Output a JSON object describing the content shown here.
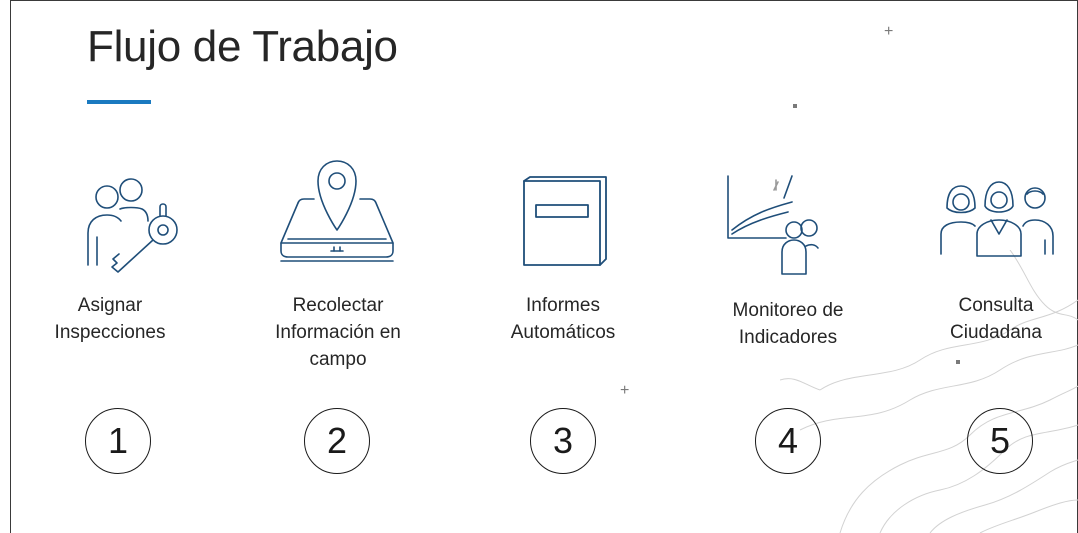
{
  "slide": {
    "title": "Flujo de Trabajo",
    "accent_color": "#1a7ac0",
    "icon_color": "#1f4e79"
  },
  "steps": [
    {
      "label_lines": [
        "Asignar",
        "Inspecciones"
      ],
      "number": "1",
      "icon": "users-key-icon"
    },
    {
      "label_lines": [
        "Recolectar",
        "Información en",
        "campo"
      ],
      "number": "2",
      "icon": "map-pin-tablet-icon"
    },
    {
      "label_lines": [
        "Informes",
        "Automáticos"
      ],
      "number": "3",
      "icon": "book-report-icon"
    },
    {
      "label_lines": [
        "Monitoreo de",
        "Indicadores"
      ],
      "number": "4",
      "icon": "chart-presenter-icon"
    },
    {
      "label_lines": [
        "Consulta",
        "Ciudadana"
      ],
      "number": "5",
      "icon": "citizens-group-icon"
    }
  ]
}
